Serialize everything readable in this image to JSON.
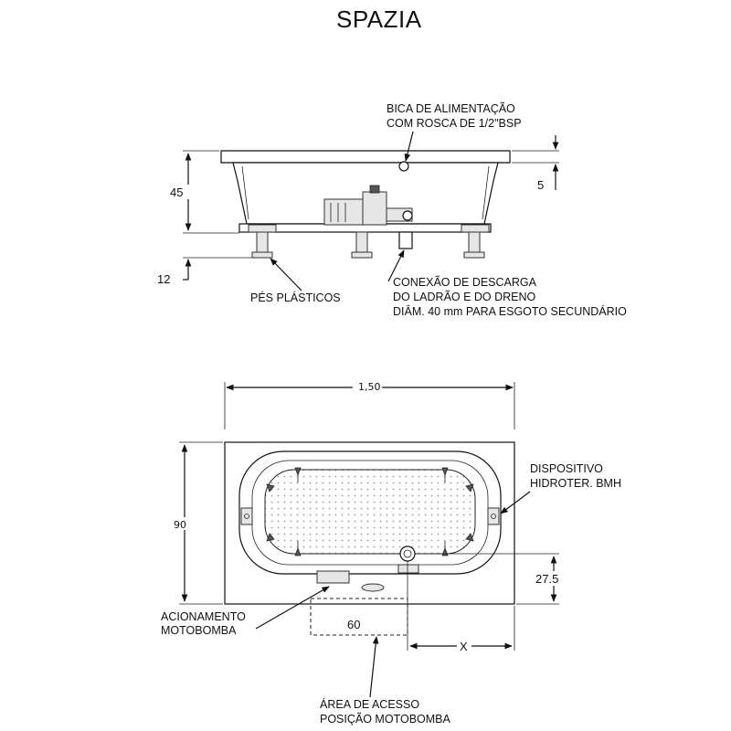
{
  "title": "SPAZIA",
  "side_view": {
    "label_spout_line1": "BICA DE ALIMENTAÇÃO",
    "label_spout_line2": "COM ROSCA DE 1/2\"BSP",
    "dim_height": "45",
    "dim_rim": "5",
    "dim_feet": "12",
    "label_feet": "PÉS PLÁSTICOS",
    "label_drain_line1": "CONEXÃO DE DESCARGA",
    "label_drain_line2": "DO LADRÃO E DO DRENO",
    "label_drain_line3": "DIÂM. 40 mm PARA ESGOTO SECUNDÁRIO"
  },
  "top_view": {
    "dim_length": "1,50",
    "dim_width": "90",
    "dim_drain_offset": "27.5",
    "dim_access": "60",
    "dim_x": "X",
    "label_device_line1": "DISPOSITIVO",
    "label_device_line2": "HIDROTER. BMH",
    "label_pump_line1": "ACIONAMENTO",
    "label_pump_line2": "MOTOBOMBA",
    "label_access_line1": "ÁREA DE ACESSO",
    "label_access_line2": "POSIÇÃO MOTOBOMBA"
  }
}
